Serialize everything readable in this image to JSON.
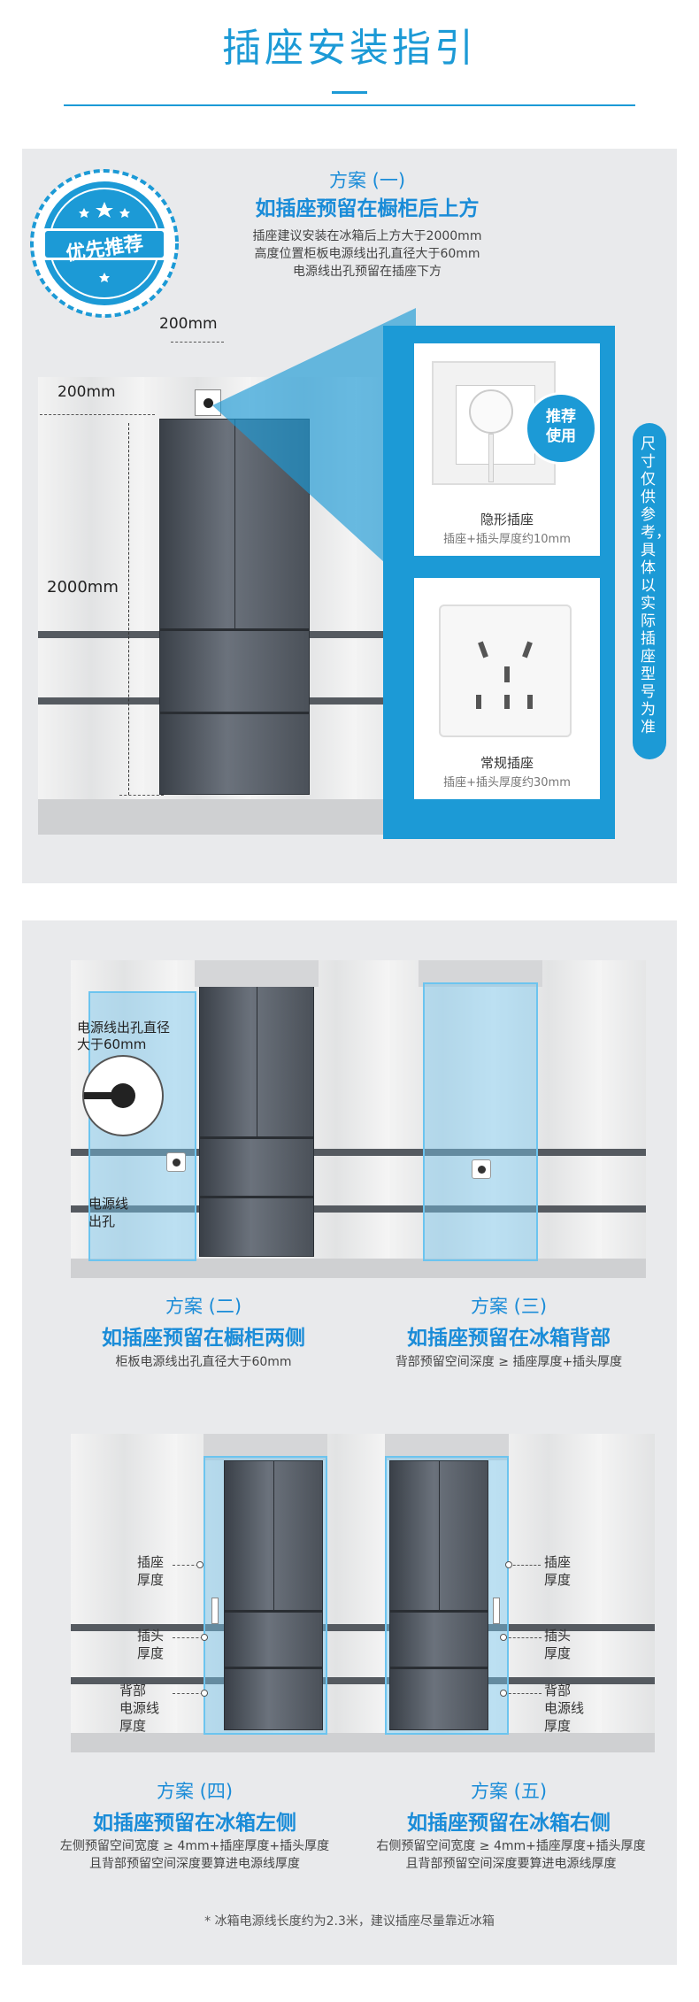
{
  "header": {
    "title": "插座安装指引"
  },
  "plan1": {
    "badge": "优先推荐",
    "heading": "方案 (一)",
    "title": "如插座预留在橱柜后上方",
    "desc": [
      "插座建议安装在冰箱后上方大于2000mm",
      "高度位置柜板电源线出孔直径大于60mm",
      "电源线出孔预留在插座下方"
    ],
    "dim_top": "200mm",
    "dim_left": "200mm",
    "dim_height": "2000mm",
    "recommend": "推荐\n使用",
    "socket1_name": "隐形插座",
    "socket1_spec": "插座+插头厚度约10mm",
    "socket2_name": "常规插座",
    "socket2_spec": "插座+插头厚度约30mm",
    "side_note": "尺寸仅供参考，具体以实际插座型号为准"
  },
  "plan2": {
    "callout1": "电源线出孔直径\n大于60mm",
    "callout2": "电源线\n出孔",
    "heading": "方案 (二)",
    "title": "如插座预留在橱柜两侧",
    "desc": "柜板电源线出孔直径大于60mm"
  },
  "plan3": {
    "heading": "方案 (三)",
    "title": "如插座预留在冰箱背部",
    "desc": "背部预留空间深度 ≥ 插座厚度+插头厚度"
  },
  "plan4": {
    "labels": [
      "插座\n厚度",
      "插头\n厚度",
      "背部\n电源线\n厚度"
    ],
    "heading": "方案 (四)",
    "title": "如插座预留在冰箱左侧",
    "desc": [
      "左侧预留空间宽度 ≥ 4mm+插座厚度+插头厚度",
      "且背部预留空间深度要算进电源线厚度"
    ]
  },
  "plan5": {
    "labels": [
      "插座\n厚度",
      "插头\n厚度",
      "背部\n电源线\n厚度"
    ],
    "heading": "方案 (五)",
    "title": "如插座预留在冰箱右侧",
    "desc": [
      "右侧预留空间宽度 ≥ 4mm+插座厚度+插头厚度",
      "且背部预留空间深度要算进电源线厚度"
    ]
  },
  "footnote": "* 冰箱电源线长度约为2.3米，建议插座尽量靠近冰箱",
  "colors": {
    "accent": "#1c9ad6",
    "panel": "#e9eaec"
  }
}
